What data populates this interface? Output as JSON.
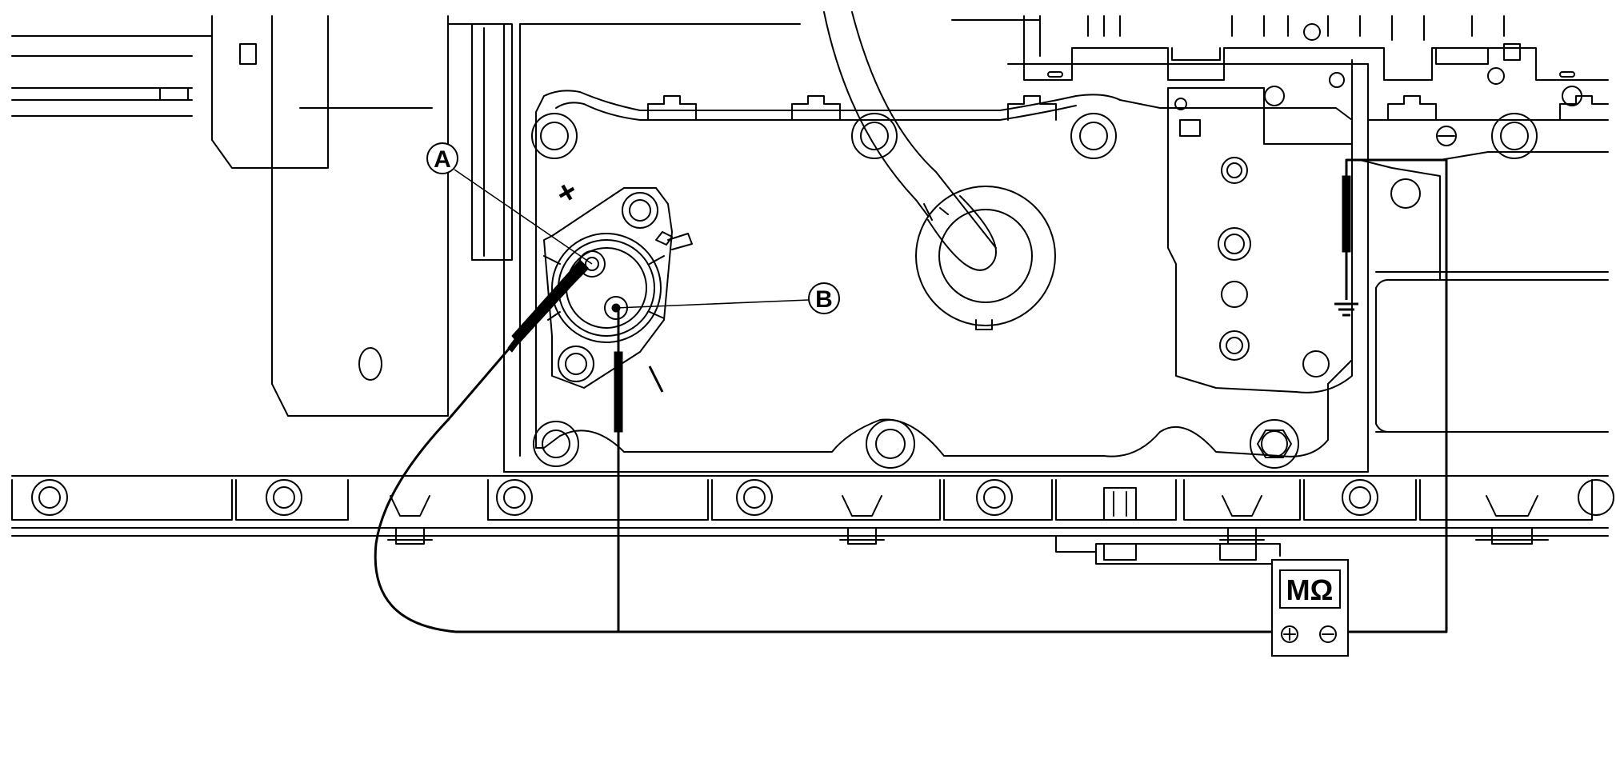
{
  "callouts": {
    "a": "A",
    "b": "B"
  },
  "terminal_marks": {
    "plus": "+",
    "minus": "−"
  },
  "meter": {
    "unit": "MΩ",
    "positive": "⊕",
    "negative": "⊖"
  },
  "colors": {
    "line": "#000000",
    "background": "#ffffff"
  }
}
